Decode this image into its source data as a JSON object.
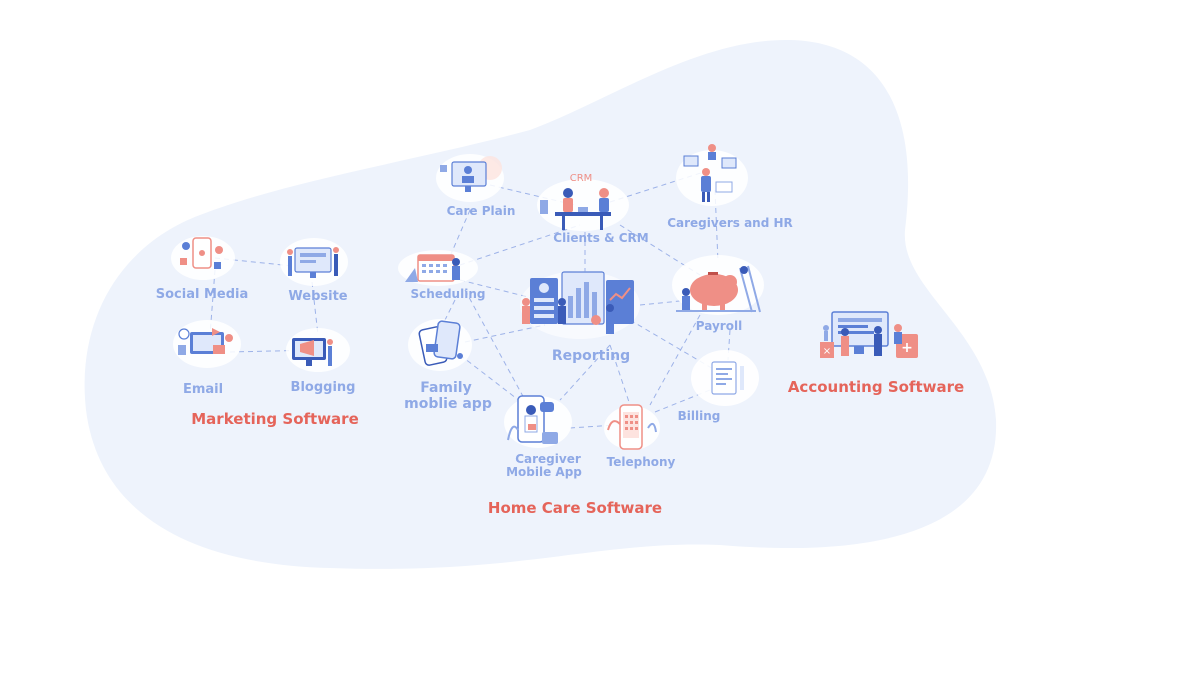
{
  "nodes": {
    "social_media": "Social Media",
    "website": "Website",
    "email": "Email",
    "blogging": "Blogging",
    "care_plain": "Care Plain",
    "clients_crm": "Clients & CRM",
    "crm_tag": "CRM",
    "caregivers_hr": "Caregivers and HR",
    "scheduling": "Scheduling",
    "reporting": "Reporting",
    "payroll": "Payroll",
    "family_app_line1": "Family",
    "family_app_line2": "moblie app",
    "billing": "Billing",
    "caregiver_app_line1": "Caregiver",
    "caregiver_app_line2": "Mobile App",
    "telephony": "Telephony"
  },
  "groups": {
    "marketing": "Marketing Software",
    "home_care": "Home Care Software",
    "accounting": "Accounting Software"
  },
  "colors": {
    "blob": "#eef3fc",
    "label": "#8fa9e6",
    "group_title": "#e5645a",
    "accent_blue": "#5b7fd6",
    "accent_coral": "#ef8f86"
  }
}
